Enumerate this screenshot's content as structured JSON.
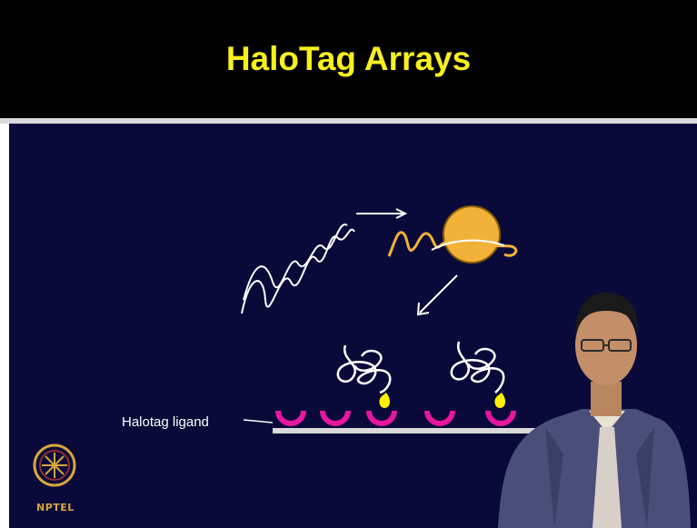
{
  "slide": {
    "title": "HaloTag Arrays",
    "ligand_label": "Halotag ligand",
    "logo_text": "NPTEL"
  },
  "colors": {
    "header_bg": "#000000",
    "title": "#f7f01e",
    "slide_bg": "#0a0a3a",
    "protein": "#f2b23a",
    "ligand": "#e6179e",
    "tag_marker": "#ffef00",
    "logo": "#d6a640"
  }
}
